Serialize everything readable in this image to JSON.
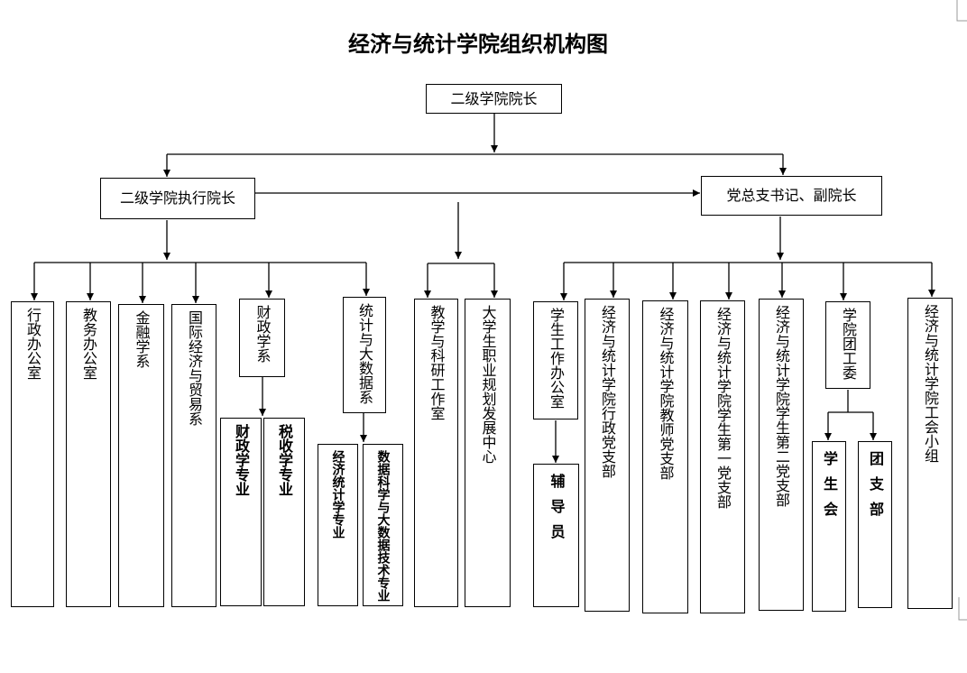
{
  "title": "经济与统计学院组织机构图",
  "dean": "二级学院院长",
  "executive_dean": "二级学院执行院长",
  "party_secretary": "党总支书记、副院长",
  "executive_units": [
    {
      "label": "行政办公室"
    },
    {
      "label": "教务办公室"
    },
    {
      "label": "金融学系"
    },
    {
      "label": "国际经济与贸易系"
    },
    {
      "label": "财政学系",
      "majors": [
        "财政学专业",
        "税收学专业"
      ]
    },
    {
      "label": "统计与大数据系",
      "majors": [
        "经济统计学专业",
        "数据科学与大数据技术专业"
      ]
    }
  ],
  "shared_units": [
    {
      "label": "教学与科研工作室"
    },
    {
      "label": "大学生职业规划发展中心"
    }
  ],
  "party_units": [
    {
      "label": "学生工作办公室",
      "children": [
        "辅导员"
      ]
    },
    {
      "label": "经济与统计学院行政党支部"
    },
    {
      "label": "经济与统计学院教师党支部"
    },
    {
      "label": "经济与统计学院学生第一党支部"
    },
    {
      "label": "经济与统计学院学生第二党支部"
    },
    {
      "label": "学院团工委",
      "children": [
        "学生会",
        "团支部"
      ]
    },
    {
      "label": "经济与统计学院工会小组"
    }
  ]
}
